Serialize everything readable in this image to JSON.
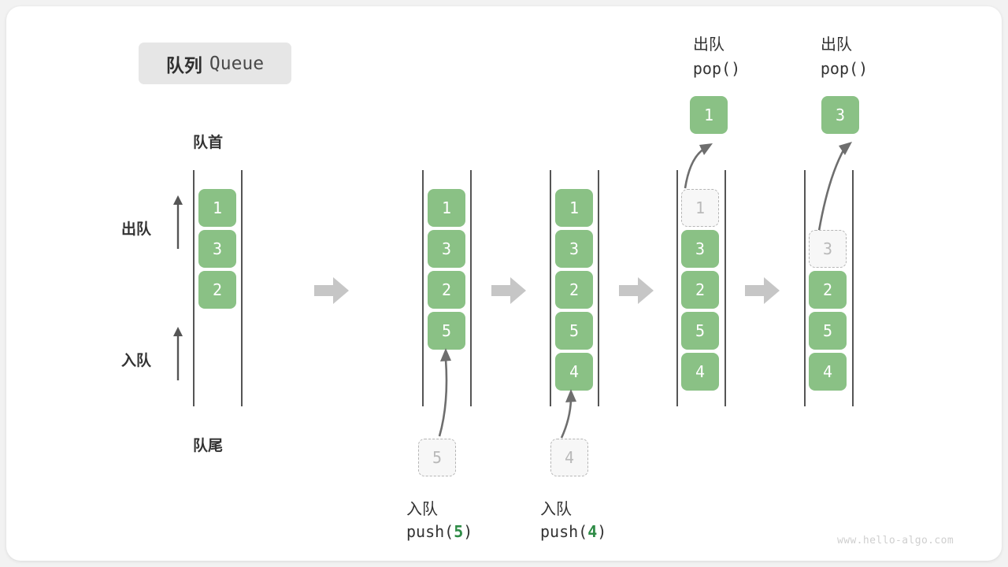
{
  "diagram": {
    "title_zh": "队列",
    "title_en": "Queue",
    "watermark": "www.hello-algo.com",
    "accent_green": "#8ac185",
    "ghost_gray": "#b9b9b9",
    "arrow_gray": "#666666",
    "step_arrow_gray": "#c6c6c6",
    "labels": {
      "front": "队首",
      "rear": "队尾",
      "dequeue": "出队",
      "enqueue": "入队"
    },
    "step_arrow_name": "step-arrow-right"
  },
  "stages": [
    {
      "id": "initial",
      "cells": [
        "1",
        "3",
        "2"
      ],
      "ghost_index": null,
      "empty_top": 0,
      "side_labels": {
        "dequeue": "出队",
        "enqueue": "入队"
      },
      "top_caption": "队首",
      "bottom_caption": "队尾"
    },
    {
      "id": "push-5",
      "cells": [
        "1",
        "3",
        "2",
        "5"
      ],
      "ghost_index": null,
      "empty_top": 0,
      "incoming_value": "5",
      "op_zh": "入队",
      "op_code_prefix": "push(",
      "op_code_arg": "5",
      "op_code_suffix": ")"
    },
    {
      "id": "push-4",
      "cells": [
        "1",
        "3",
        "2",
        "5",
        "4"
      ],
      "ghost_index": null,
      "empty_top": 0,
      "incoming_value": "4",
      "op_zh": "入队",
      "op_code_prefix": "push(",
      "op_code_arg": "4",
      "op_code_suffix": ")"
    },
    {
      "id": "pop-1",
      "cells": [
        "1",
        "3",
        "2",
        "5",
        "4"
      ],
      "ghost_index": 0,
      "empty_top": 0,
      "popped_value": "1",
      "op_zh": "出队",
      "op_code_prefix": "pop(",
      "op_code_arg": "",
      "op_code_suffix": ")"
    },
    {
      "id": "pop-3",
      "cells": [
        "3",
        "2",
        "5",
        "4"
      ],
      "ghost_index": 0,
      "empty_top": 1,
      "popped_value": "3",
      "op_zh": "出队",
      "op_code_prefix": "pop(",
      "op_code_arg": "",
      "op_code_suffix": ")"
    }
  ]
}
